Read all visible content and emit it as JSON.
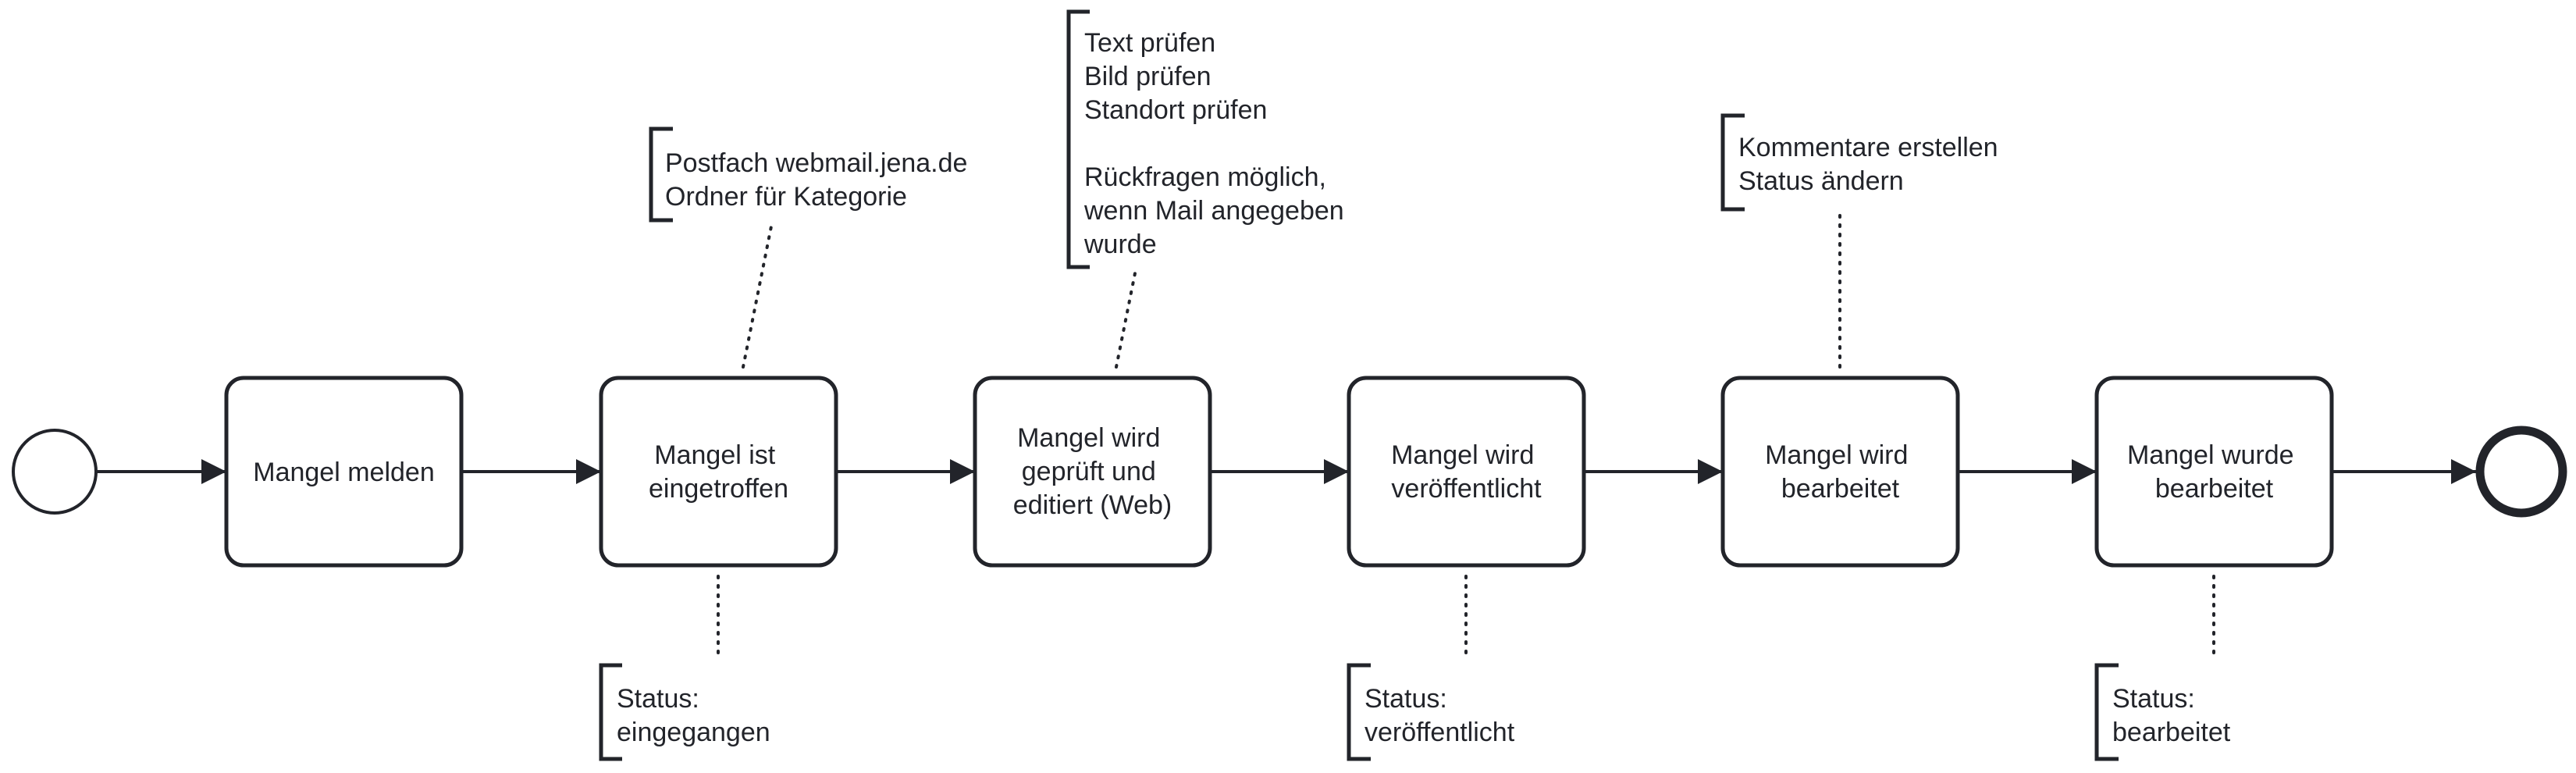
{
  "process": {
    "tasks": [
      {
        "id": "t1",
        "lines": [
          "Mangel melden"
        ]
      },
      {
        "id": "t2",
        "lines": [
          "Mangel ist",
          "eingetroffen"
        ]
      },
      {
        "id": "t3",
        "lines": [
          "Mangel wird",
          "geprüft und",
          "editiert (Web)"
        ]
      },
      {
        "id": "t4",
        "lines": [
          "Mangel wird",
          "veröffentlicht"
        ]
      },
      {
        "id": "t5",
        "lines": [
          "Mangel wird",
          "bearbeitet"
        ]
      },
      {
        "id": "t6",
        "lines": [
          "Mangel wurde",
          "bearbeitet"
        ]
      }
    ],
    "annotations": [
      {
        "id": "a1",
        "task": "t2",
        "lines": [
          "Postfach webmail.jena.de",
          "Ordner für Kategorie"
        ]
      },
      {
        "id": "a2",
        "task": "t2",
        "lines": [
          "Status:",
          "eingegangen"
        ]
      },
      {
        "id": "a3",
        "task": "t3",
        "lines": [
          "Text prüfen",
          "Bild prüfen",
          "Standort prüfen",
          "",
          "Rückfragen möglich,",
          "wenn Mail angegeben",
          "wurde"
        ]
      },
      {
        "id": "a4",
        "task": "t4",
        "lines": [
          "Status:",
          "veröffentlicht"
        ]
      },
      {
        "id": "a5",
        "task": "t5",
        "lines": [
          "Kommentare erstellen",
          "Status ändern"
        ]
      },
      {
        "id": "a6",
        "task": "t6",
        "lines": [
          "Status:",
          "bearbeitet"
        ]
      }
    ]
  },
  "colors": {
    "stroke": "#22242a",
    "fill": "#ffffff"
  }
}
